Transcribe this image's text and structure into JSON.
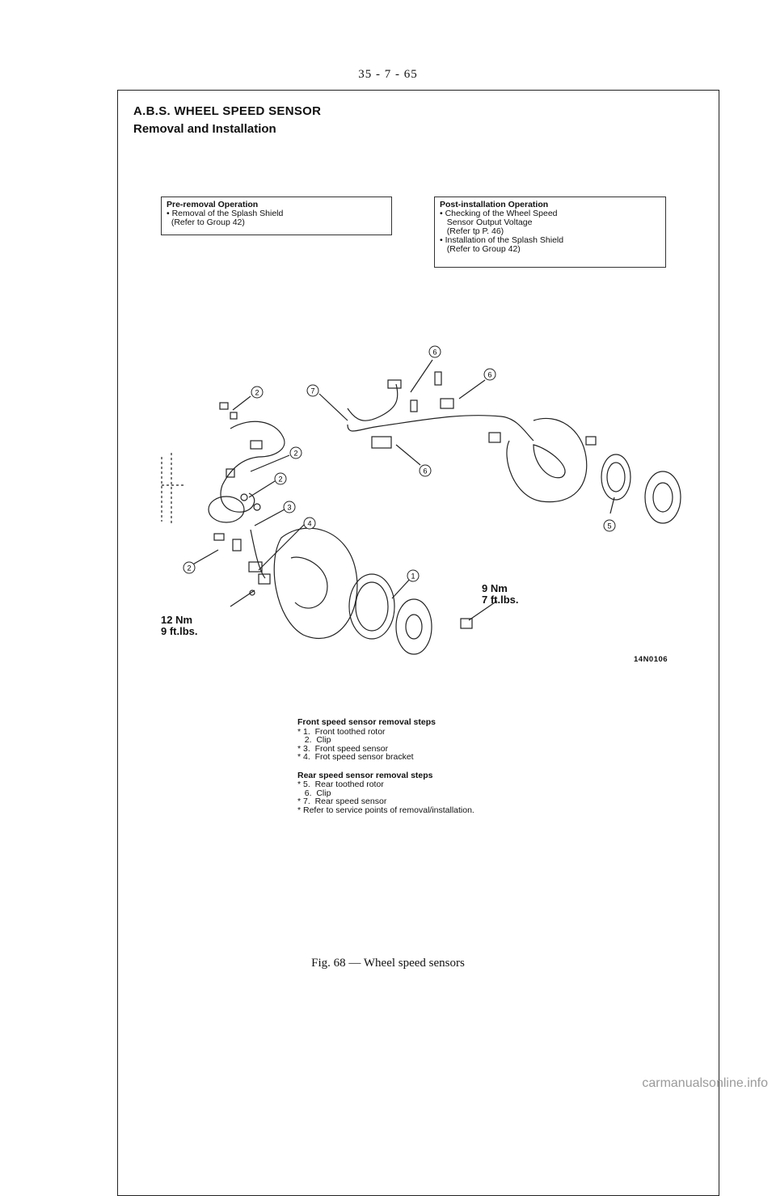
{
  "page_number": "35 - 7 - 65",
  "heading": {
    "title": "A.B.S. WHEEL SPEED SENSOR",
    "subtitle": "Removal and Installation"
  },
  "pre_removal": {
    "title": "Pre-removal Operation",
    "lines": [
      "• Removal of the Splash Shield",
      "  (Refer to Group 42)"
    ]
  },
  "post_installation": {
    "title": "Post-installation Operation",
    "lines": [
      "• Checking of the Wheel Speed",
      "   Sensor Output Voltage",
      "   (Refer tp P. 46)",
      "• Installation of the Splash Shield",
      "   (Refer to Group 42)"
    ]
  },
  "diagram": {
    "torque_left": [
      "12 Nm",
      "9 ft.lbs."
    ],
    "torque_right": [
      "9 Nm",
      "7 ft.lbs."
    ],
    "figure_code": "14N0106",
    "callout_numbers": [
      "1",
      "2",
      "2",
      "2",
      "2",
      "3",
      "4",
      "5",
      "6",
      "6",
      "6",
      "7"
    ]
  },
  "front_steps": {
    "title": "Front speed sensor removal steps",
    "items": [
      "* 1.  Front toothed rotor",
      "   2.  Clip",
      "* 3.  Front speed sensor",
      "* 4.  Frot speed sensor bracket"
    ]
  },
  "rear_steps": {
    "title": "Rear speed sensor removal steps",
    "items": [
      "* 5.  Rear toothed rotor",
      "   6.  Clip",
      "* 7.  Rear speed sensor"
    ]
  },
  "footnote": "* Refer to service points of removal/installation.",
  "caption": "Fig. 68 — Wheel speed sensors",
  "watermark": "carmanualsonline.info"
}
